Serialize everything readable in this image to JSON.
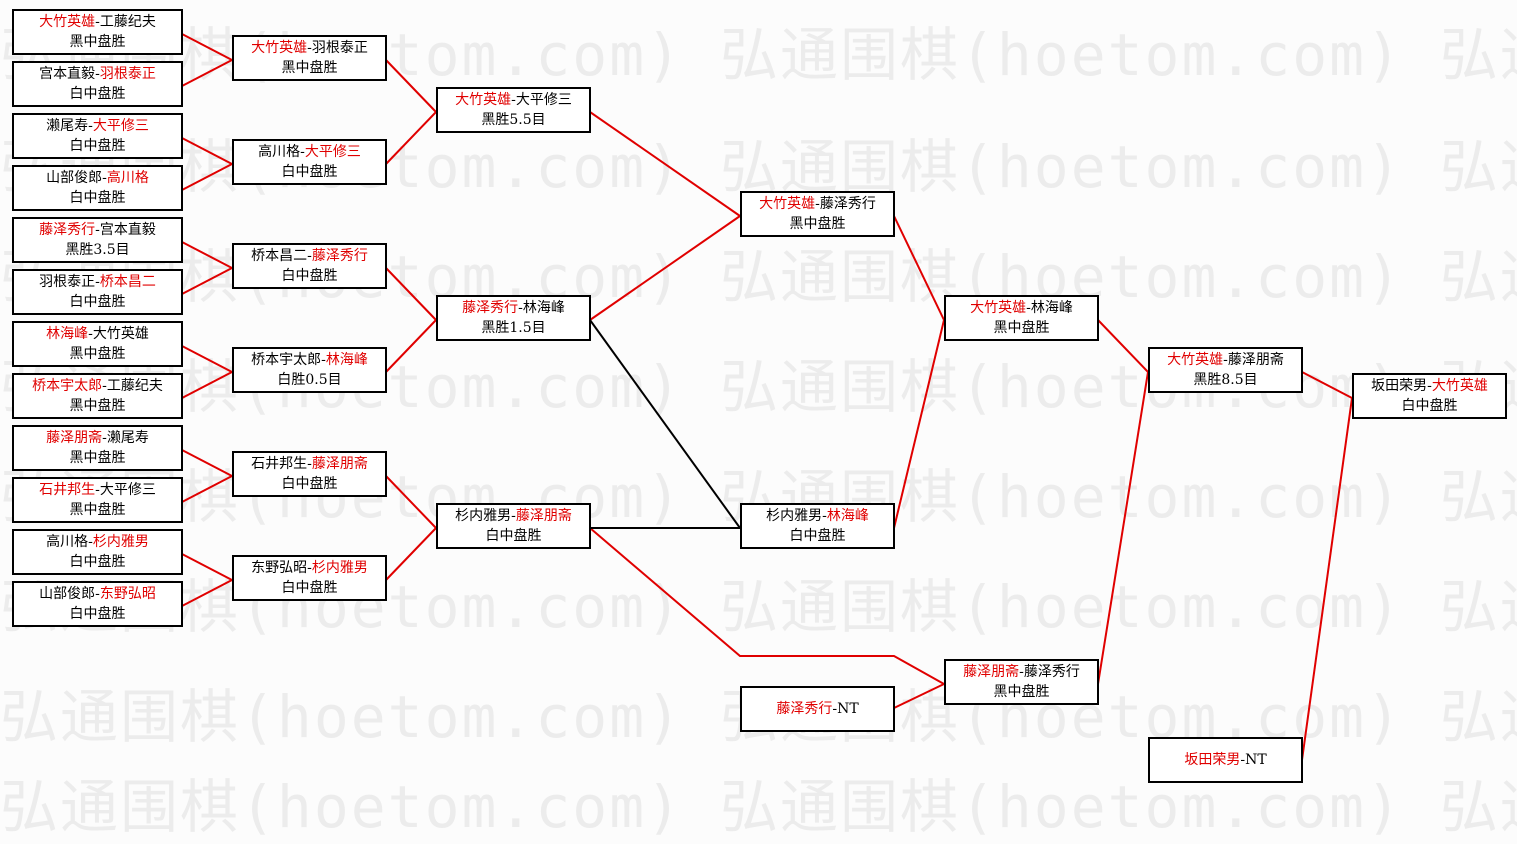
{
  "watermark": "弘通围棋(hoetom.com) 弘通围棋(hoetom.com) 弘通围",
  "matches": [
    {
      "id": "r1m1",
      "red": "大竹英雄",
      "sep": "-",
      "blk": "工藤纪夫",
      "red_first": true,
      "result": "黑中盘胜"
    },
    {
      "id": "r1m2",
      "red": "羽根泰正",
      "sep": "-",
      "blk": "宫本直毅",
      "red_first": false,
      "result": "白中盘胜"
    },
    {
      "id": "r1m3",
      "red": "大平修三",
      "sep": "-",
      "blk": "濑尾寿",
      "red_first": false,
      "result": "白中盘胜"
    },
    {
      "id": "r1m4",
      "red": "高川格",
      "sep": "-",
      "blk": "山部俊郎",
      "red_first": false,
      "result": "白中盘胜"
    },
    {
      "id": "r1m5",
      "red": "藤泽秀行",
      "sep": "-",
      "blk": "宫本直毅",
      "red_first": true,
      "result": "黑胜3.5目"
    },
    {
      "id": "r1m6",
      "red": "桥本昌二",
      "sep": "-",
      "blk": "羽根泰正",
      "red_first": false,
      "result": "白中盘胜"
    },
    {
      "id": "r1m7",
      "red": "林海峰",
      "sep": "-",
      "blk": "大竹英雄",
      "red_first": true,
      "result": "黑中盘胜"
    },
    {
      "id": "r1m8",
      "red": "桥本宇太郎",
      "sep": "-",
      "blk": "工藤纪夫",
      "red_first": true,
      "result": "黑中盘胜"
    },
    {
      "id": "r1m9",
      "red": "藤泽朋斋",
      "sep": "-",
      "blk": "濑尾寿",
      "red_first": true,
      "result": "黑中盘胜"
    },
    {
      "id": "r1m10",
      "red": "石井邦生",
      "sep": "-",
      "blk": "大平修三",
      "red_first": true,
      "result": "黑中盘胜"
    },
    {
      "id": "r1m11",
      "red": "杉内雅男",
      "sep": "-",
      "blk": "高川格",
      "red_first": false,
      "result": "白中盘胜"
    },
    {
      "id": "r1m12",
      "red": "东野弘昭",
      "sep": "-",
      "blk": "山部俊郎",
      "red_first": false,
      "result": "白中盘胜"
    },
    {
      "id": "r2m1",
      "red": "大竹英雄",
      "sep": "-",
      "blk": "羽根泰正",
      "red_first": true,
      "result": "黑中盘胜"
    },
    {
      "id": "r2m2",
      "red": "大平修三",
      "sep": "-",
      "blk": "高川格",
      "red_first": false,
      "result": "白中盘胜"
    },
    {
      "id": "r2m3",
      "red": "藤泽秀行",
      "sep": "-",
      "blk": "桥本昌二",
      "red_first": false,
      "result": "白中盘胜"
    },
    {
      "id": "r2m4",
      "red": "林海峰",
      "sep": "-",
      "blk": "桥本宇太郎",
      "red_first": false,
      "result": "白胜0.5目"
    },
    {
      "id": "r2m5",
      "red": "藤泽朋斋",
      "sep": "-",
      "blk": "石井邦生",
      "red_first": false,
      "result": "白中盘胜"
    },
    {
      "id": "r2m6",
      "red": "杉内雅男",
      "sep": "-",
      "blk": "东野弘昭",
      "red_first": false,
      "result": "白中盘胜"
    },
    {
      "id": "r3m1",
      "red": "大竹英雄",
      "sep": "-",
      "blk": "大平修三",
      "red_first": true,
      "result": "黑胜5.5目"
    },
    {
      "id": "r3m2",
      "red": "藤泽秀行",
      "sep": "-",
      "blk": "林海峰",
      "red_first": true,
      "result": "黑胜1.5目"
    },
    {
      "id": "r3m3",
      "red": "藤泽朋斋",
      "sep": "-",
      "blk": "杉内雅男",
      "red_first": false,
      "result": "白中盘胜"
    },
    {
      "id": "r4m1",
      "red": "大竹英雄",
      "sep": "-",
      "blk": "藤泽秀行",
      "red_first": true,
      "result": "黑中盘胜"
    },
    {
      "id": "r4m2",
      "red": "林海峰",
      "sep": "-",
      "blk": "杉内雅男",
      "red_first": false,
      "result": "白中盘胜"
    },
    {
      "id": "r4m3",
      "red": "藤泽秀行",
      "sep": "-",
      "blk": "NT",
      "red_first": true,
      "result": ""
    },
    {
      "id": "r5m1",
      "red": "大竹英雄",
      "sep": "-",
      "blk": "林海峰",
      "red_first": true,
      "result": "黑中盘胜"
    },
    {
      "id": "r5m2",
      "red": "藤泽朋斋",
      "sep": "-",
      "blk": "藤泽秀行",
      "red_first": true,
      "result": "黑中盘胜"
    },
    {
      "id": "r6m1",
      "red": "大竹英雄",
      "sep": "-",
      "blk": "藤泽朋斋",
      "red_first": true,
      "result": "黑胜8.5目"
    },
    {
      "id": "r6m2",
      "red": "坂田荣男",
      "sep": "-",
      "blk": "NT",
      "red_first": true,
      "result": ""
    },
    {
      "id": "final",
      "red": "大竹英雄",
      "sep": "-",
      "blk": "坂田荣男",
      "red_first": false,
      "result": "白中盘胜"
    }
  ],
  "colors": {
    "winner": "#e00000",
    "path": "#e00000",
    "loser_path": "#000000",
    "border": "#000000"
  }
}
